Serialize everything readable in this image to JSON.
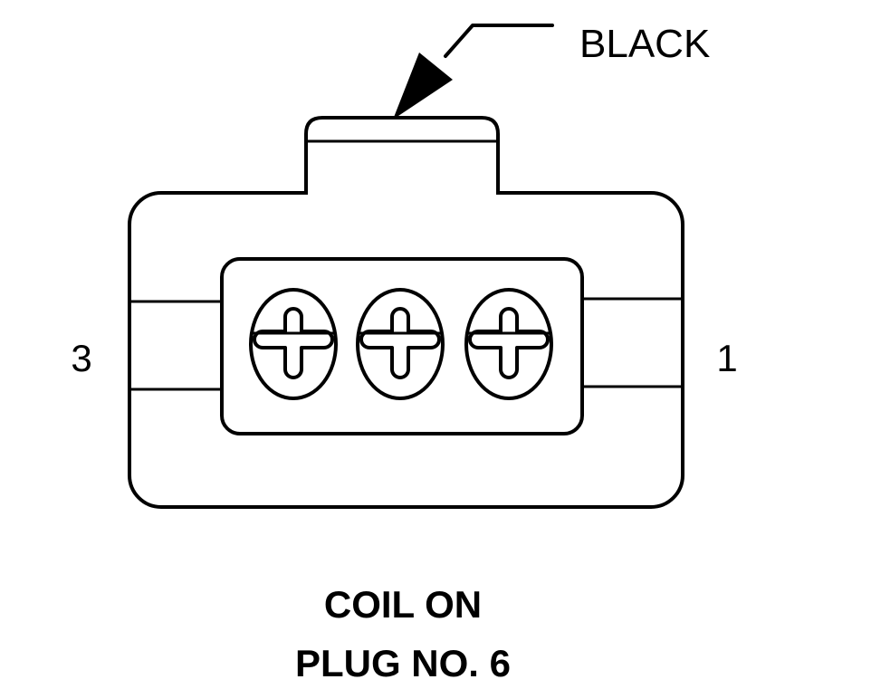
{
  "connector": {
    "color_label": "BLACK",
    "pin_left": "3",
    "pin_right": "1",
    "title_line1": "COIL ON",
    "title_line2": "PLUG NO. 6"
  }
}
